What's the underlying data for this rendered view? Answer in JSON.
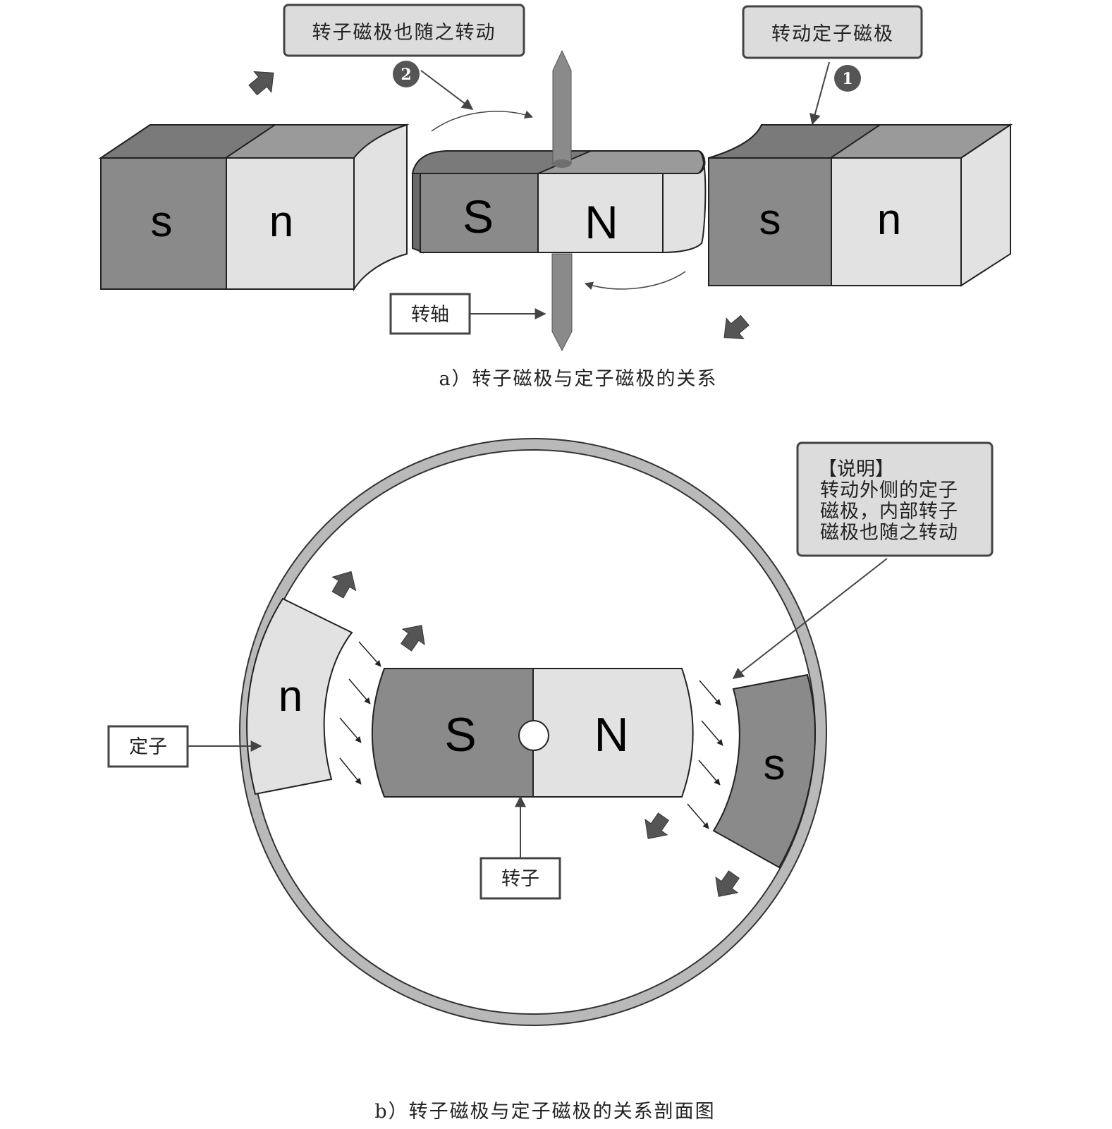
{
  "part_a": {
    "callout_rotor": "转子磁极也随之转动",
    "callout_stator": "转动定子磁极",
    "step_rotor": "2",
    "step_stator": "1",
    "shaft_label": "转轴",
    "left_stator_s": "s",
    "left_stator_n": "n",
    "rotor_s": "S",
    "rotor_n": "N",
    "right_stator_s": "s",
    "right_stator_n": "n",
    "caption": "a）转子磁极与定子磁极的关系"
  },
  "part_b": {
    "note_title": "【说明】",
    "note_line1": "转动外侧的定子",
    "note_line2": "磁极，内部转子",
    "note_line3": "磁极也随之转动",
    "stator_label": "定子",
    "rotor_label": "转子",
    "stator_n": "n",
    "stator_s": "s",
    "rotor_s": "S",
    "rotor_n": "N",
    "caption": "b）转子磁极与定子磁极的关系剖面图"
  },
  "colors": {
    "dark_gray": "#8a8a8a",
    "light_gray": "#e2e2e2",
    "mid_gray": "#b9b9b9",
    "arrow_gray": "#606060",
    "callout_fill": "#dcdcdc"
  }
}
